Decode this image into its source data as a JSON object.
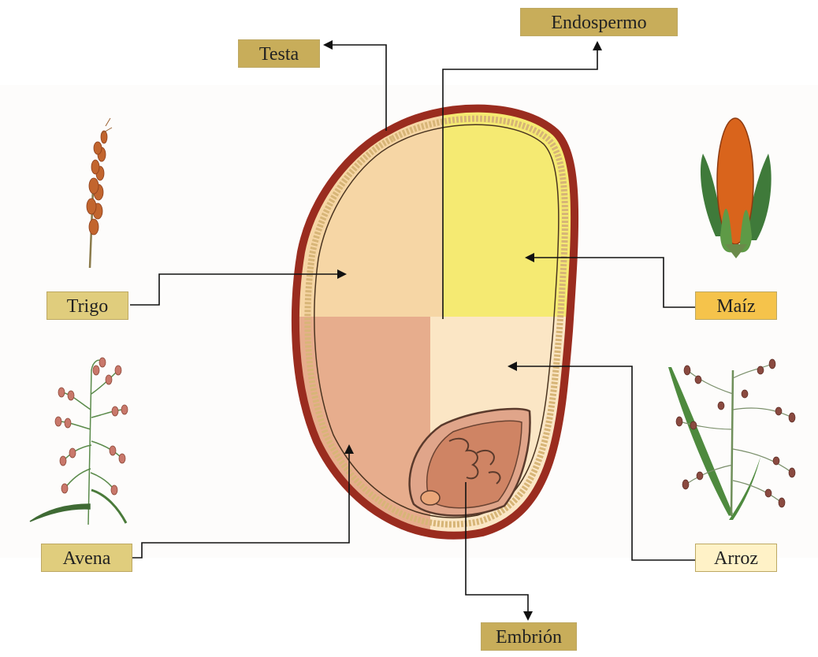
{
  "diagram": {
    "labels": {
      "testa": "Testa",
      "endospermo": "Endospermo",
      "trigo": "Trigo",
      "maiz": "Maíz",
      "avena": "Avena",
      "arroz": "Arroz",
      "embrion": "Embrión"
    },
    "colors": {
      "label_gold": "#c8ad5a",
      "label_tan": "#e0cd7d",
      "label_orange": "#f5c34b",
      "label_cream": "#fff2c7",
      "seed_outline": "#9a2c1f",
      "quadrant_trigo": "#f6d6a5",
      "quadrant_maiz": "#f5ea72",
      "quadrant_avena": "#e7ad8d",
      "quadrant_arroz": "#fbe6c5",
      "embryo": "#d38866"
    },
    "plant_icons": [
      "wheat-icon",
      "corn-icon",
      "oat-icon",
      "rice-icon"
    ]
  }
}
